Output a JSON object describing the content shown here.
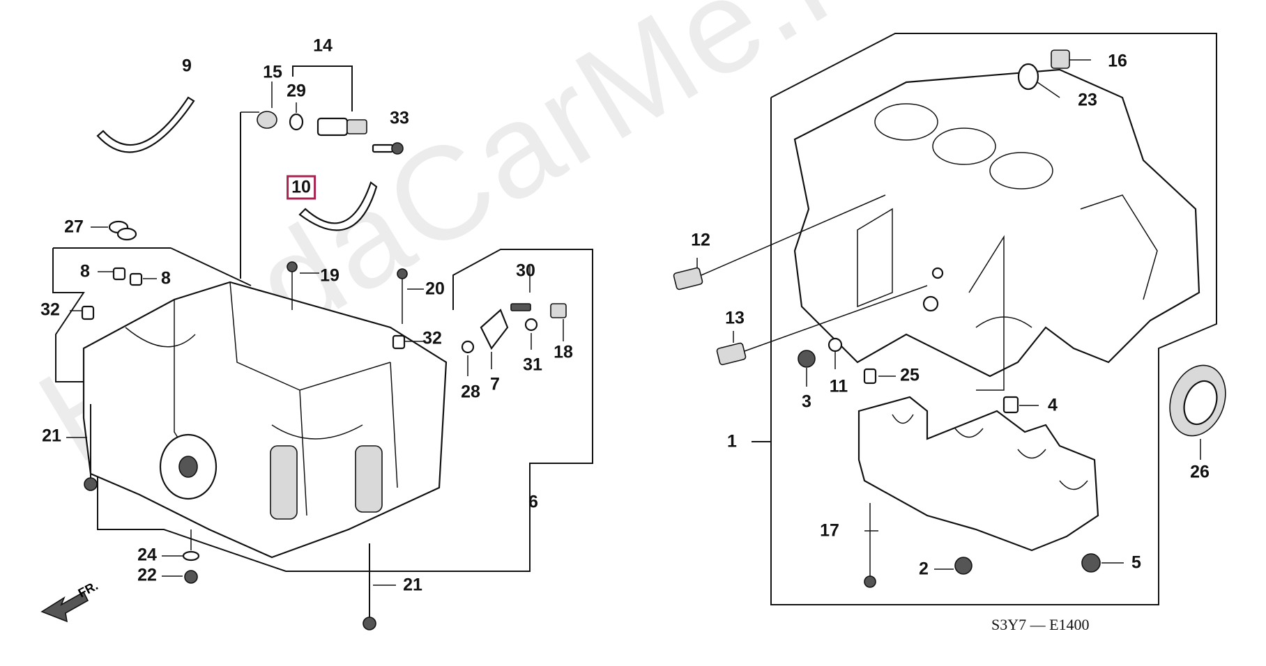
{
  "watermark": "HondaCarMe.ru",
  "diagram_code": "S3Y7 — E1400",
  "front_arrow_label": "FR.",
  "callouts": [
    {
      "id": "c1",
      "label": "1"
    },
    {
      "id": "c2",
      "label": "2"
    },
    {
      "id": "c3",
      "label": "3"
    },
    {
      "id": "c4",
      "label": "4"
    },
    {
      "id": "c5",
      "label": "5"
    },
    {
      "id": "c6",
      "label": "6"
    },
    {
      "id": "c7",
      "label": "7"
    },
    {
      "id": "c8a",
      "label": "8"
    },
    {
      "id": "c8b",
      "label": "8"
    },
    {
      "id": "c9",
      "label": "9"
    },
    {
      "id": "c10",
      "label": "10",
      "highlight": true
    },
    {
      "id": "c11",
      "label": "11"
    },
    {
      "id": "c12",
      "label": "12"
    },
    {
      "id": "c13",
      "label": "13"
    },
    {
      "id": "c14",
      "label": "14"
    },
    {
      "id": "c15",
      "label": "15"
    },
    {
      "id": "c16",
      "label": "16"
    },
    {
      "id": "c17",
      "label": "17"
    },
    {
      "id": "c18",
      "label": "18"
    },
    {
      "id": "c19",
      "label": "19"
    },
    {
      "id": "c20",
      "label": "20"
    },
    {
      "id": "c21a",
      "label": "21"
    },
    {
      "id": "c21b",
      "label": "21"
    },
    {
      "id": "c22",
      "label": "22"
    },
    {
      "id": "c23",
      "label": "23"
    },
    {
      "id": "c24",
      "label": "24"
    },
    {
      "id": "c25",
      "label": "25"
    },
    {
      "id": "c26",
      "label": "26"
    },
    {
      "id": "c27",
      "label": "27"
    },
    {
      "id": "c28",
      "label": "28"
    },
    {
      "id": "c29",
      "label": "29"
    },
    {
      "id": "c30",
      "label": "30"
    },
    {
      "id": "c31",
      "label": "31"
    },
    {
      "id": "c32a",
      "label": "32"
    },
    {
      "id": "c32b",
      "label": "32"
    },
    {
      "id": "c33",
      "label": "33"
    }
  ],
  "highlight_color": "#a8234f"
}
